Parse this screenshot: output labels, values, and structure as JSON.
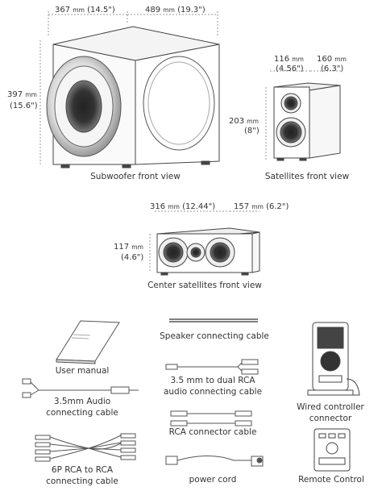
{
  "dimensions": {
    "sub_depth": {
      "mm": "367",
      "unit": "mm",
      "in": "(14.5\")"
    },
    "sub_width": {
      "mm": "489",
      "unit": "mm",
      "in": "(19.3\")"
    },
    "sub_height": {
      "mm": "397",
      "unit": "mm",
      "in": "(15.6\")"
    },
    "sat_width": {
      "mm": "116",
      "unit": "mm",
      "in": "(4.56\")"
    },
    "sat_depth": {
      "mm": "160",
      "unit": "mm",
      "in": "(6.3\")"
    },
    "sat_height": {
      "mm": "203",
      "unit": "mm",
      "in": "(8\")"
    },
    "center_width": {
      "mm": "316",
      "unit": "mm",
      "in": "(12.44\")"
    },
    "center_depth": {
      "mm": "157",
      "unit": "mm",
      "in": "(6.2\")"
    },
    "center_height": {
      "mm": "117",
      "unit": "mm",
      "in": "(4.6\")"
    }
  },
  "views": {
    "subwoofer": "Subwoofer front view",
    "satellites": "Satellites front view",
    "center": "Center satellites front view"
  },
  "accessories": {
    "user_manual": "User manual",
    "speaker_cable": "Speaker connecting cable",
    "wired_controller_1": "Wired controller",
    "wired_controller_2": "connector",
    "audio_cable_1": "3.5mm Audio",
    "audio_cable_2": "connecting cable",
    "dual_rca_1": "3.5 mm to dual RCA",
    "dual_rca_2": "audio connecting cable",
    "rca_cable": "RCA connector cable",
    "six_rca_1": "6P RCA to RCA",
    "six_rca_2": "connecting cable",
    "power_cord": "power cord",
    "remote": "Remote Control"
  },
  "colors": {
    "line": "#444444",
    "dim": "#888888"
  }
}
